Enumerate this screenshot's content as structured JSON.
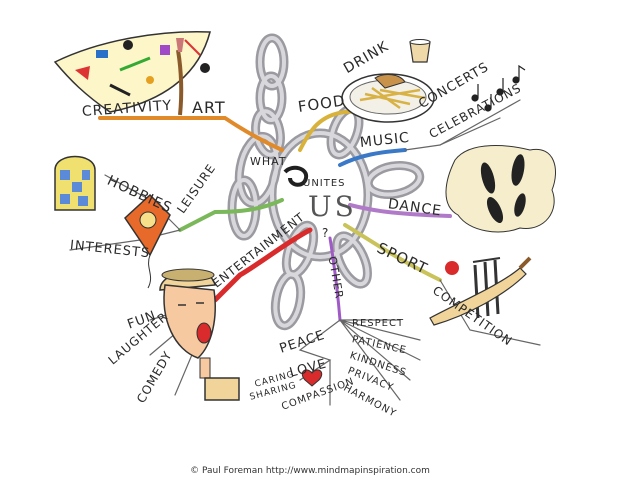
{
  "center": {
    "label_1": "UNITES",
    "label_2": "US",
    "question": "WHAT",
    "mark": "?"
  },
  "branches": {
    "creativity": "CREATIVITY",
    "art": "ART",
    "food": "FOOD",
    "drink": "DRINK",
    "music": "MUSIC",
    "concerts": "CONCERTS",
    "celebrations": "CELEBRATIONS",
    "hobbies": "HOBBIES",
    "leisure": "LEISURE",
    "interests": "INTERESTS",
    "dance": "DANCE",
    "sport": "SPORT",
    "competition": "COMPETITION",
    "entertainment": "ENTERTAINMENT",
    "fun": "FUN",
    "laughter": "LAUGHTER",
    "comedy": "COMEDY",
    "other": "OTHER",
    "respect": "RESPECT",
    "patience": "PATIENCE",
    "kindness": "KINDNESS",
    "privacy": "PRIVACY",
    "harmony": "HARMONY",
    "peace": "PEACE",
    "love": "LOVE",
    "caring": "CARING",
    "sharing": "SHARING",
    "compassion": "COMPASSION"
  },
  "credit": "© Paul Foreman http://www.mindmapinspiration.com",
  "colors": {
    "chain": "#b9b9bd",
    "creativity": "#e08a2a",
    "food": "#d8b23a",
    "music": "#3a78c8",
    "leisure": "#7ab85a",
    "dance": "#b07ac8",
    "sport": "#c9c35a",
    "entertainment": "#d92b2b",
    "other": "#a05ac8",
    "what": "#202020"
  }
}
